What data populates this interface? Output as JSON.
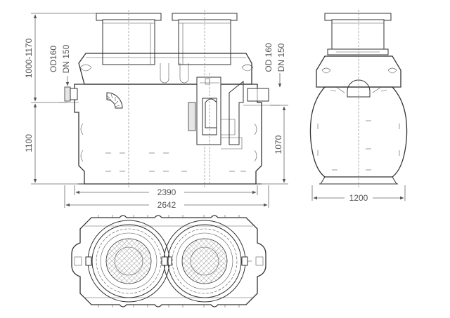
{
  "dimensions": {
    "height_range": "1000-1170",
    "inlet_height": "1100",
    "outlet_height": "1070",
    "length_inner": "2390",
    "length_total": "2642",
    "width": "1200"
  },
  "labels": {
    "inlet_od": "OD160",
    "inlet_dn": "DN 150",
    "outlet_od": "OD 160",
    "outlet_dn": "DN 150"
  }
}
